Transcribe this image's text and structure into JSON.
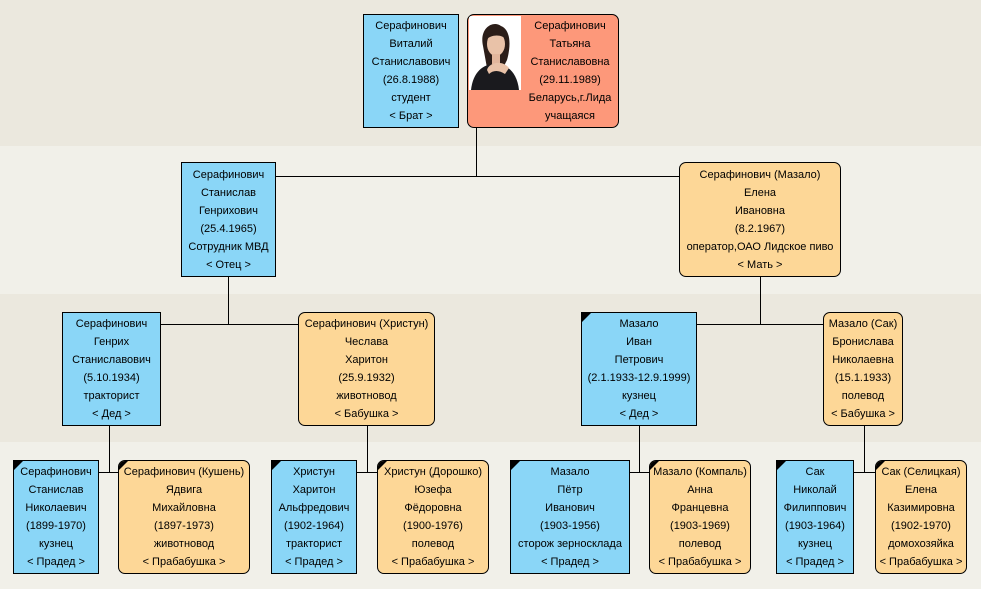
{
  "people": {
    "brother": {
      "lines": [
        "Серафинович",
        "Виталий",
        "Станиславович",
        "(26.8.1988)",
        "студент",
        "< Брат >"
      ]
    },
    "self": {
      "lines": [
        "Серафинович",
        "Татьяна",
        "Станиславовна",
        "(29.11.1989)",
        "Беларусь,г.Лида",
        "учащаяся"
      ]
    },
    "father": {
      "lines": [
        "Серафинович",
        "Станислав",
        "Генрихович",
        "(25.4.1965)",
        "Сотрудник МВД",
        "< Отец >"
      ]
    },
    "mother": {
      "lines": [
        "Серафинович (Мазало)",
        "Елена",
        "Ивановна",
        "(8.2.1967)",
        "оператор,ОАО Лидское пиво",
        "< Мать >"
      ]
    },
    "gf_paternal": {
      "lines": [
        "Серафинович",
        "Генрих",
        "Станиславович",
        "(5.10.1934)",
        "тракторист",
        "< Дед >"
      ]
    },
    "gm_paternal": {
      "lines": [
        "Серафинович (Христун)",
        "Чеслава",
        "Харитон",
        "(25.9.1932)",
        "животновод",
        "< Бабушка >"
      ]
    },
    "gf_maternal": {
      "lines": [
        "Мазало",
        "Иван",
        "Петрович",
        "(2.1.1933-12.9.1999)",
        "кузнец",
        "< Дед >"
      ]
    },
    "gm_maternal": {
      "lines": [
        "Мазало (Сак)",
        "Бронислава",
        "Николаевна",
        "(15.1.1933)",
        "полевод",
        "< Бабушка >"
      ]
    },
    "ggf_1": {
      "lines": [
        "Серафинович",
        "Станислав",
        "Николаевич",
        "(1899-1970)",
        "кузнец",
        "< Прадед >"
      ]
    },
    "ggm_1": {
      "lines": [
        "Серафинович (Кушень)",
        "Ядвига",
        "Михайловна",
        "(1897-1973)",
        "животновод",
        "< Прабабушка >"
      ]
    },
    "ggf_2": {
      "lines": [
        "Христун",
        "Харитон",
        "Альфредович",
        "(1902-1964)",
        "тракторист",
        "< Прадед >"
      ]
    },
    "ggm_2": {
      "lines": [
        "Христун (Дорошко)",
        "Юзефа",
        "Фёдоровна",
        "(1900-1976)",
        "полевод",
        "< Прабабушка >"
      ]
    },
    "ggf_3": {
      "lines": [
        "Мазало",
        "Пётр",
        "Иванович",
        "(1903-1956)",
        "сторож зерносклада",
        "< Прадед >"
      ]
    },
    "ggm_3": {
      "lines": [
        "Мазало (Компаль)",
        "Анна",
        "Францевна",
        "(1903-1969)",
        "полевод",
        "< Прабабушка >"
      ]
    },
    "ggf_4": {
      "lines": [
        "Сак",
        "Николай",
        "Филиппович",
        "(1903-1964)",
        "кузнец",
        "< Прадед >"
      ]
    },
    "ggm_4": {
      "lines": [
        "Сак (Селицкая)",
        "Елена",
        "Казимировна",
        "(1902-1970)",
        "домохозяйка",
        "< Прабабушка >"
      ]
    }
  },
  "colors": {
    "male": "#8ad6f7",
    "female": "#fdd797",
    "self": "#fd987a"
  }
}
